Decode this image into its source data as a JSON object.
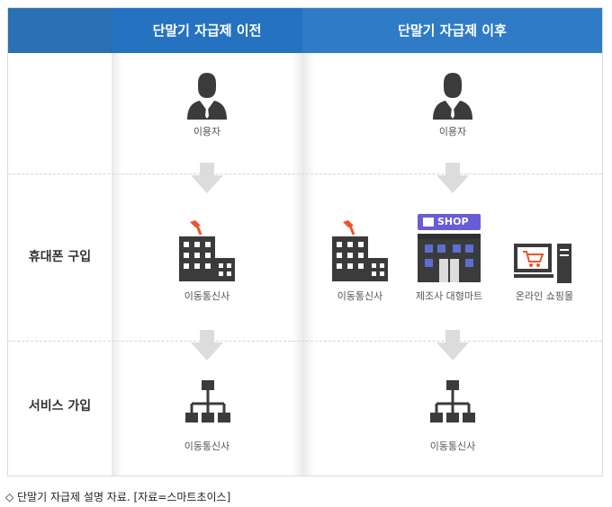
{
  "header": {
    "before_title": "단말기 자급제 이전",
    "after_title": "단말기 자급제 이후"
  },
  "rows": {
    "purchase_label": "휴대폰 구입",
    "service_label": "서비스 가입"
  },
  "before": {
    "user_label": "이용자",
    "purchase_label": "이동통신사",
    "service_label": "이동통신사"
  },
  "after": {
    "user_label": "이용자",
    "purchase_items": [
      "이동통신사",
      "제조사 대형마트",
      "온라인 쇼핑몰"
    ],
    "shop_sign": "SHOP",
    "service_label": "이동통신사"
  },
  "caption": "◇ 단말기 자급제 설명 자료. [자료=스마트초이스]",
  "colors": {
    "header_blue": "#2f7bc6",
    "building_dark": "#3b3b3b",
    "antenna_orange": "#e8562a",
    "shop_purple": "#6a5bd6",
    "arrow_gray": "#dcdcdc"
  }
}
